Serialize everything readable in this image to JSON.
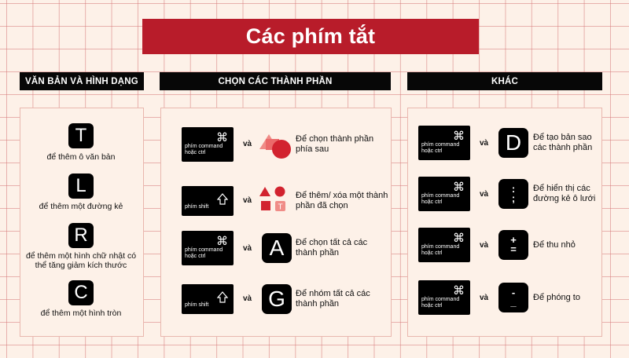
{
  "title": "Các phím tắt",
  "columns": {
    "left": "VĂN BẢN VÀ HÌNH DẠNG",
    "middle": "CHỌN CÁC THÀNH PHẦN",
    "right": "KHÁC"
  },
  "left_items": [
    {
      "key": "T",
      "desc": "để thêm ô văn bản"
    },
    {
      "key": "L",
      "desc": "để thêm một đường kẻ"
    },
    {
      "key": "R",
      "desc": "để thêm một hình chữ nhật có thể tăng giảm kích thước"
    },
    {
      "key": "C",
      "desc": "để thêm một hình tròn"
    }
  ],
  "and_word": "và",
  "middle_items": [
    {
      "mod_label": "phím command hoặc ctrl",
      "mod_symbol": "⌘",
      "desc": "Để chọn thành phần phía sau",
      "icon": "layered-shapes-icon"
    },
    {
      "mod_label": "phím shift",
      "mod_symbol": "⇧",
      "desc": "Để thêm/ xóa một thành phần đã chọn",
      "icon": "shapes-icon",
      "icon_text": "T"
    },
    {
      "mod_label": "phím command hoặc ctrl",
      "mod_symbol": "⌘",
      "key": "A",
      "desc": "Để chọn tất cả các thành phần"
    },
    {
      "mod_label": "phím shift",
      "mod_symbol": "⇧",
      "key": "G",
      "desc": "Để nhóm tất cả các thành phần"
    }
  ],
  "right_items": [
    {
      "mod_label": "phím command hoặc ctrl",
      "mod_symbol": "⌘",
      "key": "D",
      "desc": "Để tạo bản sao các thành phần"
    },
    {
      "mod_label": "phím command hoặc ctrl",
      "mod_symbol": "⌘",
      "key_top": ":",
      "key_bottom": ";",
      "desc": "Để hiển thị các đường kẻ ô lưới"
    },
    {
      "mod_label": "phím command hoặc ctrl",
      "mod_symbol": "⌘",
      "key_top": "+",
      "key_bottom": "=",
      "desc": "Để thu nhỏ"
    },
    {
      "mod_label": "phím command hoặc ctrl",
      "mod_symbol": "⌘",
      "key_top": "-",
      "key_bottom": "_",
      "desc": "Để phóng to"
    }
  ],
  "colors": {
    "accent": "#b81c2a",
    "shape_light": "#f08c87",
    "shape_dark": "#d2232f"
  }
}
